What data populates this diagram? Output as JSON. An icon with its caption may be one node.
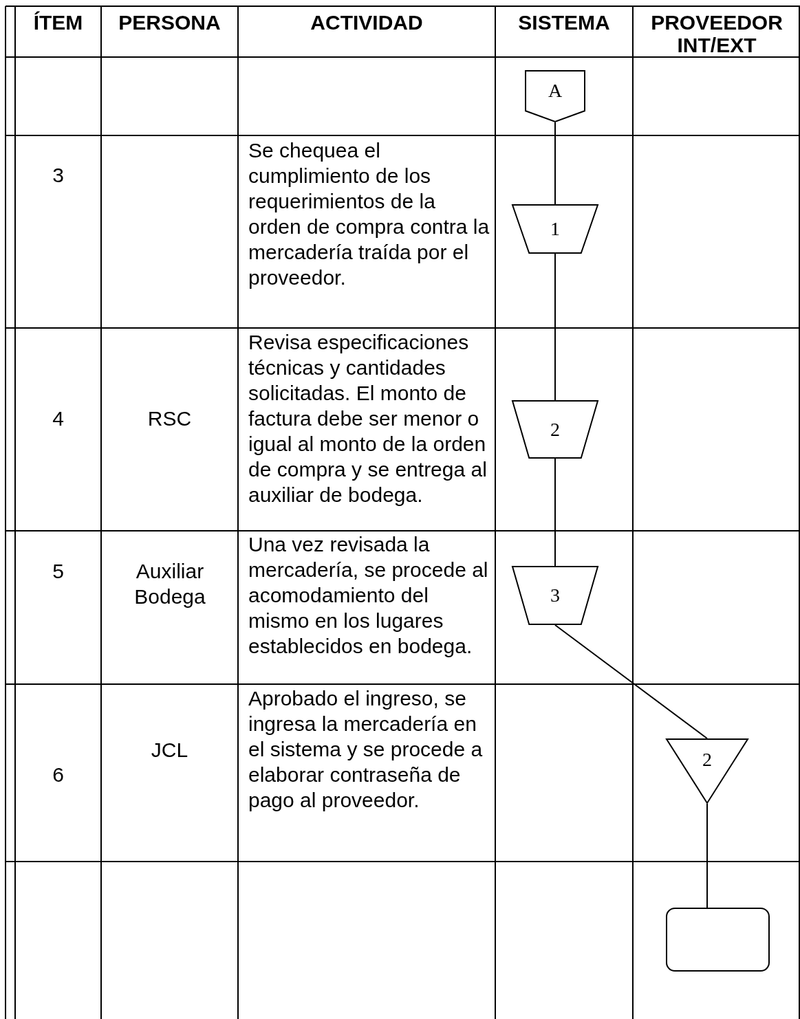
{
  "diagram": {
    "nodes": [
      {
        "text": [
          "A"
        ]
      },
      {
        "text": [
          "1"
        ]
      },
      {
        "text": [
          "2"
        ]
      },
      {
        "text": [
          "3"
        ]
      },
      {
        "text": [
          "2"
        ]
      },
      {
        "text": [],
        "shape": "box"
      }
    ],
    "edges": [
      {
        "from": 0,
        "to": 1,
        "arrow": "none"
      },
      {
        "from": 1,
        "to": 2,
        "arrow": "none"
      },
      {
        "from": 2,
        "to": 3,
        "arrow": "none"
      },
      {
        "from": 3,
        "to": 4,
        "arrow": "none"
      },
      {
        "from": 4,
        "to": 5,
        "arrow": "none"
      }
    ],
    "labels": [
      "ÍTEM",
      "PERSONA",
      "ACTIVIDAD",
      "SISTEMA",
      "PROVEEDOR INT/EXT",
      "3",
      "Se chequea el cumplimiento de los requerimientos de la orden de compra contra la mercadería traída por el proveedor.",
      "4",
      "RSC",
      "Revisa especificaciones técnicas y cantidades solicitadas. El monto de factura debe ser menor o igual al monto de la orden de compra y se entrega al auxiliar de bodega.",
      "5",
      "Auxiliar Bodega",
      "Una vez revisada la mercadería, se procede al acomodamiento del mismo en los lugares establecidos en bodega.",
      "6",
      "JCL",
      "Aprobado el ingreso, se ingresa la mercadería en el sistema y se procede a elaborar contraseña de pago al proveedor."
    ]
  }
}
